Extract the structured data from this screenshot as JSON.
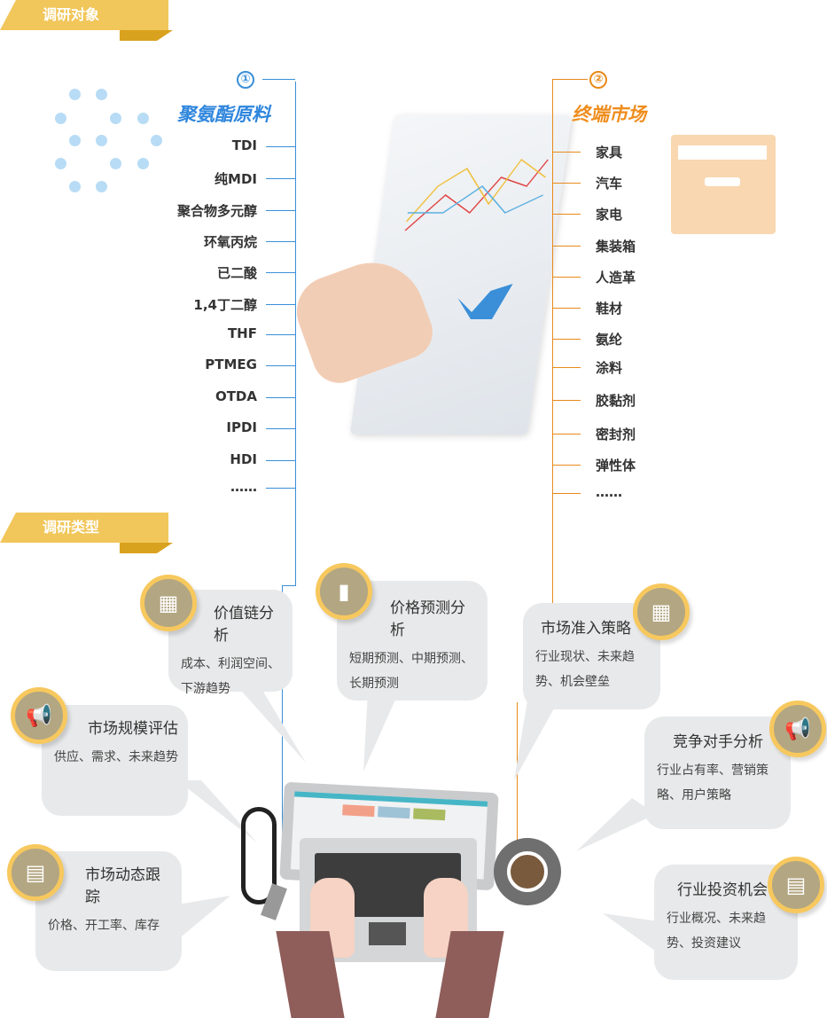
{
  "sections": {
    "subjects": "调研对象",
    "types": "调研类型"
  },
  "raw_materials": {
    "number": "①",
    "title": "聚氨酯原料",
    "items": [
      "TDI",
      "纯MDI",
      "聚合物多元醇",
      "环氧丙烷",
      "已二酸",
      "1,4丁二醇",
      "THF",
      "PTMEG",
      "OTDA",
      "IPDI",
      "HDI",
      "……"
    ]
  },
  "end_markets": {
    "number": "②",
    "title": "终端市场",
    "items": [
      "家具",
      "汽车",
      "家电",
      "集装箱",
      "人造革",
      "鞋材",
      "氨纶",
      "涂料",
      "胶黏剂",
      "密封剂",
      "弹性体",
      "……"
    ]
  },
  "research_types": [
    {
      "title": "价值链分析",
      "desc": "成本、利润空间、下游趋势",
      "icon": "monitor-icon"
    },
    {
      "title": "价格预测分析",
      "desc": "短期预测、中期预测、长期预测",
      "icon": "bar-chart-icon"
    },
    {
      "title": "市场准入策略",
      "desc": "行业现状、未来趋势、机会壁垒",
      "icon": "monitor-icon"
    },
    {
      "title": "市场规模评估",
      "desc": "供应、需求、未来趋势",
      "icon": "megaphone-icon"
    },
    {
      "title": "竞争对手分析",
      "desc": "行业占有率、营销策略、用户策略",
      "icon": "megaphone-icon"
    },
    {
      "title": "市场动态跟踪",
      "desc": "价格、开工率、库存",
      "icon": "document-icon"
    },
    {
      "title": "行业投资机会",
      "desc": "行业概况、未来趋势、投资建议",
      "icon": "document-icon"
    }
  ],
  "colors": {
    "blue": "#3a8fd8",
    "orange": "#e88a1a",
    "gold": "#f1c65a",
    "icon_bg": "#b3a682"
  }
}
